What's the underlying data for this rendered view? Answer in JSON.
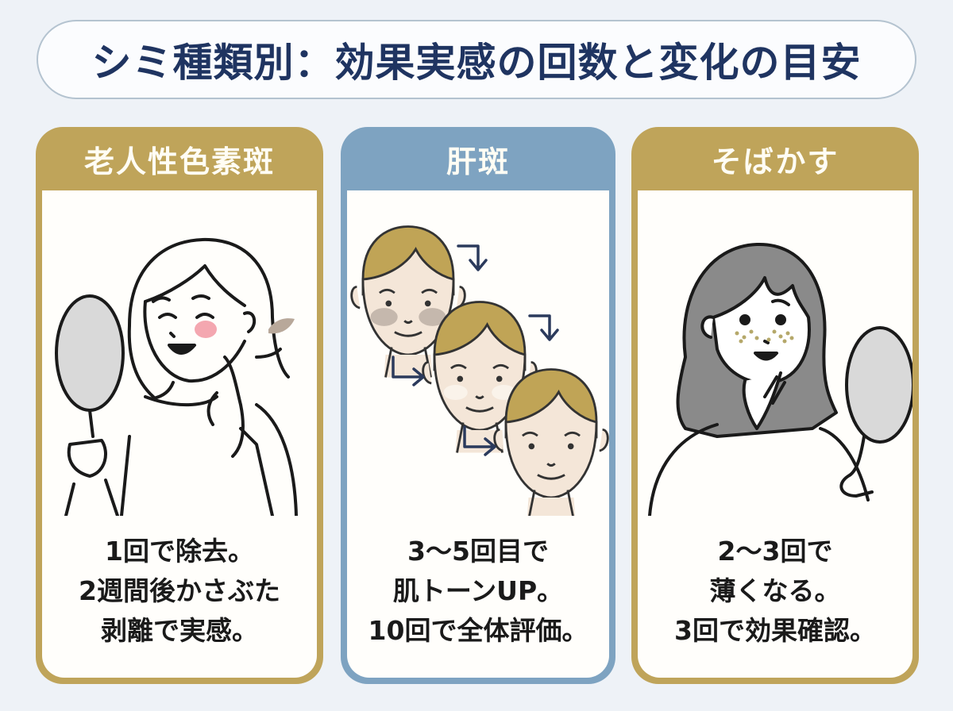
{
  "title": "シミ種類別：効果実感の回数と変化の目安",
  "colors": {
    "background": "#eef2f7",
    "title_text": "#1f3461",
    "title_border": "#b4c3d0",
    "gold_accent": "#bfa45a",
    "blue_accent": "#7ea3c1",
    "arrow": "#2b3a5c"
  },
  "cards": [
    {
      "header": "老人性色素斑",
      "accent": "gold",
      "illustration": "woman-with-hand-mirror-peeling-scab",
      "lines": [
        "1回で除去。",
        "2週間後かさぶた",
        "剥離で実感。"
      ]
    },
    {
      "header": "肝斑",
      "accent": "blue",
      "illustration": "three-faces-progression-with-arrows",
      "lines": [
        "3〜5回目で",
        "肌トーンUP。",
        "10回で全体評価。"
      ]
    },
    {
      "header": "そばかす",
      "accent": "gold",
      "illustration": "woman-with-freckles-and-mirror",
      "lines": [
        "2〜3回で",
        "薄くなる。",
        "3回で効果確認。"
      ]
    }
  ]
}
